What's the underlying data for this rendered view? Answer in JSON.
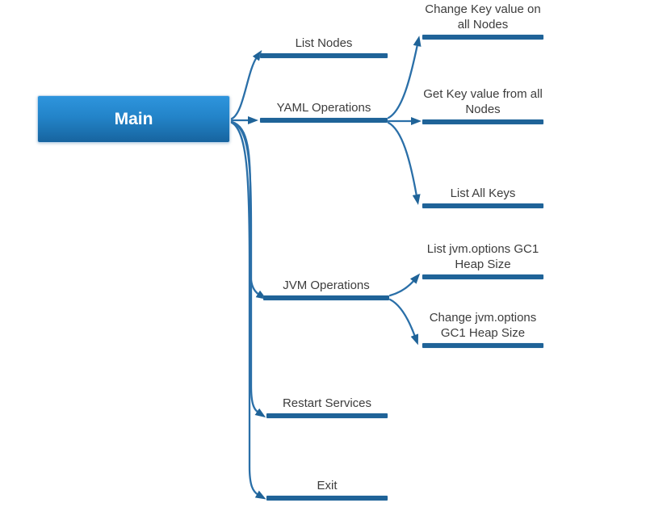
{
  "root": {
    "label": "Main"
  },
  "level1": [
    {
      "label": "List Nodes"
    },
    {
      "label": "YAML Operations"
    },
    {
      "label": "JVM Operations"
    },
    {
      "label": "Restart Services"
    },
    {
      "label": "Exit"
    }
  ],
  "level2": [
    {
      "label": "Change Key value on\nall Nodes",
      "parent": "YAML Operations"
    },
    {
      "label": "Get Key value from all\nNodes",
      "parent": "YAML Operations"
    },
    {
      "label": "List All Keys",
      "parent": "YAML Operations"
    },
    {
      "label": "List jvm.options GC1\nHeap Size",
      "parent": "JVM Operations"
    },
    {
      "label": "Change jvm.options\nGC1 Heap Size",
      "parent": "JVM Operations"
    }
  ],
  "colors": {
    "background": "#ffffff",
    "bar": "#1f6398",
    "connector": "#2a6fa8",
    "arrowhead": "#1f6398",
    "label_text": "#3c3c3c",
    "box_gradient_top": "#2e95dd",
    "box_gradient_bottom": "#17649f",
    "box_border": "#c2d8ec",
    "box_text": "#ffffff"
  }
}
